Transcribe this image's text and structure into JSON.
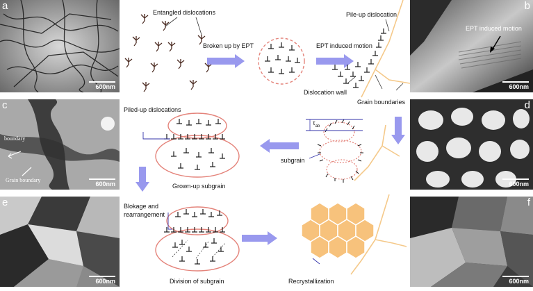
{
  "panels": {
    "a": {
      "label": "a",
      "scale": "600nm"
    },
    "b": {
      "label": "b",
      "scale": "600nm",
      "annotation": "EPT induced motion"
    },
    "c": {
      "label": "c",
      "scale": "600nm",
      "ann1": "boundary",
      "ann2": "Grain boundary"
    },
    "d": {
      "label": "d",
      "scale": "600nm"
    },
    "e": {
      "label": "e",
      "scale": "600nm"
    },
    "f": {
      "label": "f",
      "scale": "600nm"
    }
  },
  "schematic": {
    "entangled": "Entangled dislocations",
    "broken_up": "Broken up by EPT",
    "ept_motion": "EPT induced motion",
    "pileup": "Pile-up dislocation",
    "dislocation_wall": "Dislocation wall",
    "grain_boundaries": "Grain boundaries",
    "piled_up": "Piled-up dislocations",
    "tau": "τ",
    "tau_sub": "ab",
    "subgrain": "subgrain",
    "grown_up": "Grown-up subgrain",
    "blokage1": "Blokage and",
    "blokage2": "rearrangement",
    "division": "Division of subgrain",
    "recrystallization": "Recrystallization"
  },
  "colors": {
    "arrow": "#9999ee",
    "boundary": "#f5c98a",
    "circle": "#e4837a",
    "hex_fill": "#f7c27c",
    "dislocation": "#1a1a1a"
  }
}
